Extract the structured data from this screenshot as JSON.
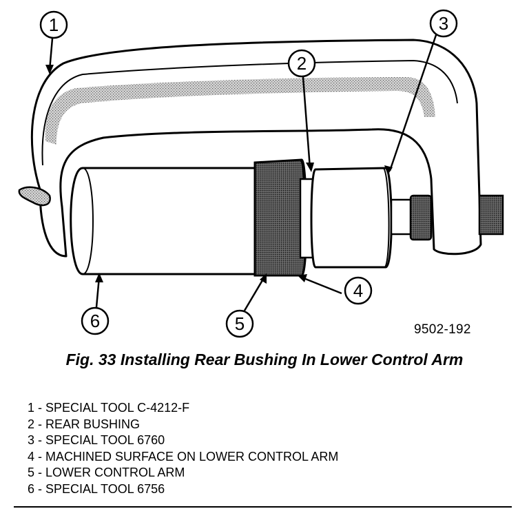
{
  "figure": {
    "code": "9502-192",
    "caption": "Fig. 33 Installing Rear Bushing In Lower Control Arm"
  },
  "callouts": [
    "1",
    "2",
    "3",
    "4",
    "5",
    "6"
  ],
  "legend": [
    {
      "num": "1",
      "text": "SPECIAL TOOL C-4212-F"
    },
    {
      "num": "2",
      "text": "REAR BUSHING"
    },
    {
      "num": "3",
      "text": "SPECIAL TOOL 6760"
    },
    {
      "num": "4",
      "text": "MACHINED SURFACE ON LOWER CONTROL ARM"
    },
    {
      "num": "5",
      "text": "LOWER CONTROL ARM"
    },
    {
      "num": "6",
      "text": "SPECIAL TOOL 6756"
    }
  ]
}
